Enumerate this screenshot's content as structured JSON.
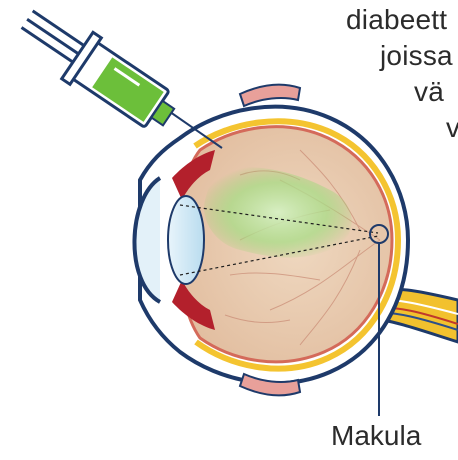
{
  "background_text": {
    "line1": "diabeett",
    "line2": "joissa",
    "line3": "vä",
    "line4": "v"
  },
  "labels": {
    "macula": "Makula"
  },
  "colors": {
    "sclera_outline": "#1e3a6a",
    "retina_fill": "#e6c7a8",
    "retina_edge": "#d46a5a",
    "yellow_layer": "#f4c430",
    "lens_fill": "#cfe7f5",
    "ciliary_red": "#b3202c",
    "syringe_green": "#6cbf3a",
    "injection_green": "#8fd26a",
    "muscle_pink": "#e8a09a",
    "optic_nerve": "#f2c12e"
  },
  "icons": {
    "syringe": "syringe-icon",
    "eye": "eye-cross-section-icon"
  }
}
